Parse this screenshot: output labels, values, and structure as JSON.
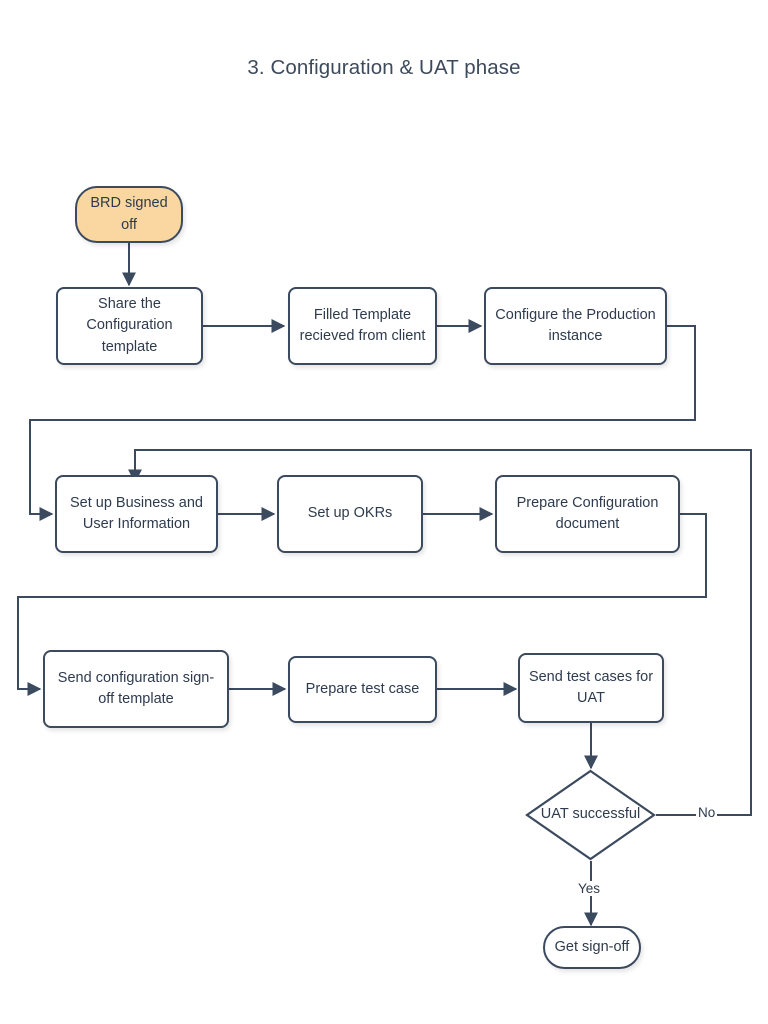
{
  "diagram": {
    "title": "3. Configuration & UAT phase",
    "type": "flowchart",
    "colors": {
      "stroke": "#3b4a5e",
      "text": "#2e3b4e",
      "start_fill": "#fad7a0",
      "node_fill": "#ffffff",
      "background": "#ffffff"
    },
    "nodes": [
      {
        "id": "brd",
        "label": "BRD signed off",
        "shape": "start"
      },
      {
        "id": "share",
        "label": "Share the Configuration template",
        "shape": "process"
      },
      {
        "id": "filled",
        "label": "Filled Template recieved from client",
        "shape": "process"
      },
      {
        "id": "configure",
        "label": "Configure the Production instance",
        "shape": "process"
      },
      {
        "id": "business",
        "label": "Set up Business and User Information",
        "shape": "process"
      },
      {
        "id": "okrs",
        "label": "Set up OKRs",
        "shape": "process"
      },
      {
        "id": "prepdoc",
        "label": "Prepare Configuration document",
        "shape": "process"
      },
      {
        "id": "signoff",
        "label": "Send configuration sign-off template",
        "shape": "process"
      },
      {
        "id": "testcase",
        "label": "Prepare test case",
        "shape": "process"
      },
      {
        "id": "sendtest",
        "label": "Send test cases for UAT",
        "shape": "process"
      },
      {
        "id": "uat",
        "label": "UAT successful",
        "shape": "decision"
      },
      {
        "id": "getsignoff",
        "label": "Get sign-off",
        "shape": "terminator"
      }
    ],
    "edge_labels": {
      "no": "No",
      "yes": "Yes"
    }
  }
}
